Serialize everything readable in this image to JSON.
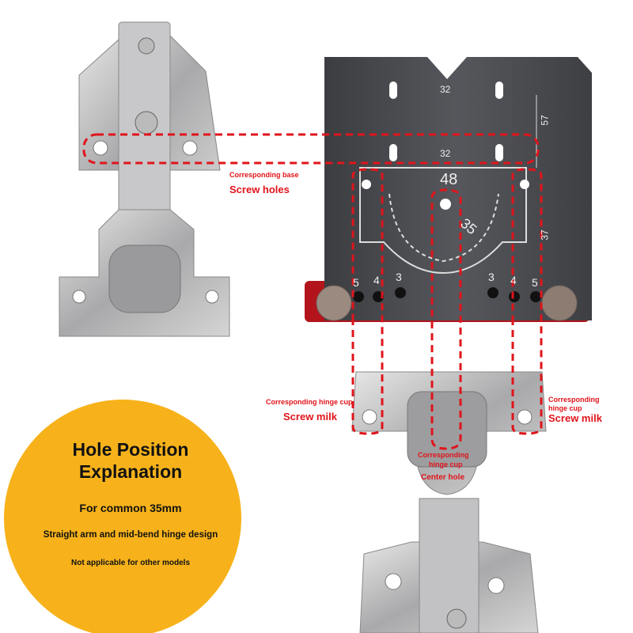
{
  "labels": {
    "base_small": "Corresponding base",
    "base_big": "Screw holes",
    "left_cup_small": "Corresponding hinge cup",
    "left_cup_big": "Screw milk",
    "right_cup_small_1": "Corresponding",
    "right_cup_small_2": "hinge cup",
    "right_cup_big": "Screw milk",
    "center_small_1": "Corresponding",
    "center_small_2": "hinge cup",
    "center_big": "Center hole"
  },
  "jig": {
    "dim_48": "48",
    "dim_35": "35",
    "dim_32_top": "32",
    "dim_32_mid": "32",
    "dim_57": "57",
    "dim_37": "37",
    "hole_nums_left": [
      "5",
      "4",
      "3"
    ],
    "hole_nums_right": [
      "3",
      "4",
      "5"
    ]
  },
  "info": {
    "title_1": "Hole Position",
    "title_2": "Explanation",
    "line_1": "For common 35mm",
    "line_2": "Straight arm and mid-bend hinge design",
    "line_3": "Not applicable for other models"
  },
  "colors": {
    "accent_red": "#e0141b",
    "yellow": "#f7b21b",
    "plate": "#4a4b4f"
  }
}
